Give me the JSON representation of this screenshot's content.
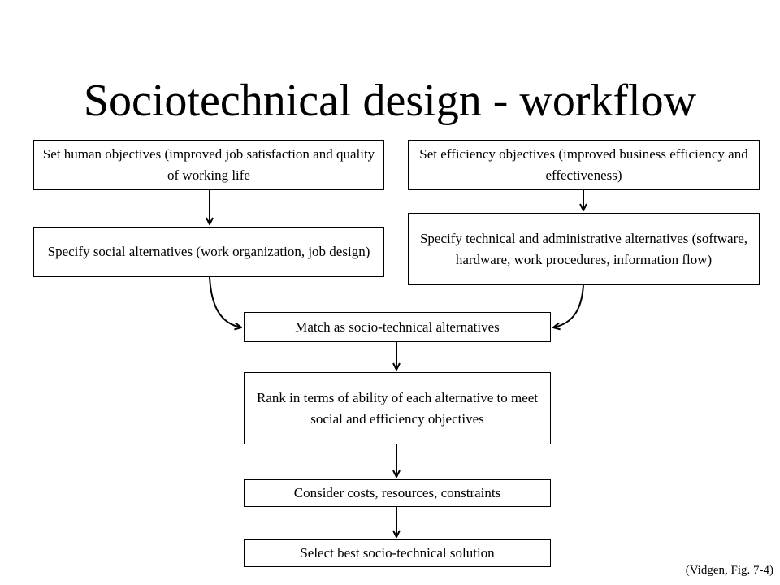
{
  "slide": {
    "title": "Sociotechnical design - workflow",
    "citation": "(Vidgen, Fig. 7-4)"
  },
  "boxes": {
    "human_objectives": "Set human objectives (improved job satisfaction and quality of working life",
    "efficiency_objectives": "Set efficiency objectives (improved business efficiency and effectiveness)",
    "social_alternatives": "Specify social alternatives (work organization, job design)",
    "technical_alternatives": "Specify technical and administrative alternatives (software, hardware, work procedures, information flow)",
    "match": "Match as socio-technical alternatives",
    "rank": "Rank in terms of ability of each alternative to meet social and efficiency objectives",
    "consider": "Consider costs, resources, constraints",
    "select": "Select best socio-technical solution"
  }
}
